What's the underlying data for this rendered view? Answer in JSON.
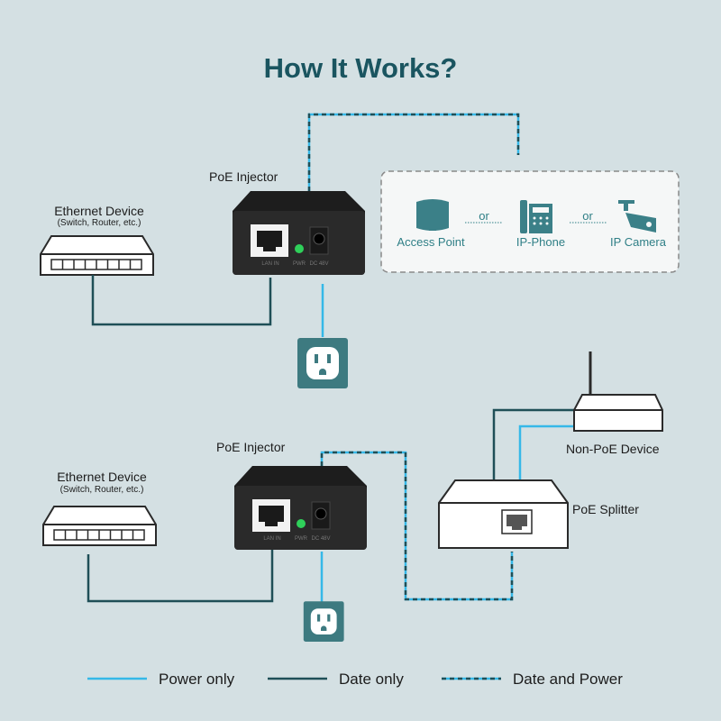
{
  "title": "How It Works?",
  "colors": {
    "background": "#d4e0e3",
    "title": "#1a5560",
    "power_line": "#35b8e8",
    "data_line": "#1f4f57",
    "icon_teal": "#3b8088"
  },
  "top": {
    "injector_label": "PoE Injector",
    "ethernet_device": {
      "label": "Ethernet Device",
      "sublabel": "(Switch, Router, etc.)"
    },
    "injector_ports": {
      "lan": "LAN IN",
      "pwr": "PWR",
      "dc": "DC 48V"
    },
    "devices": [
      {
        "label": "Access Point",
        "icon": "access-point-icon"
      },
      {
        "label": "IP-Phone",
        "icon": "ip-phone-icon"
      },
      {
        "label": "IP Camera",
        "icon": "ip-camera-icon"
      }
    ],
    "separator": "or"
  },
  "bottom": {
    "injector_label": "PoE Injector",
    "ethernet_device": {
      "label": "Ethernet Device",
      "sublabel": "(Switch, Router, etc.)"
    },
    "injector_ports": {
      "lan": "LAN IN",
      "pwr": "PWR",
      "dc": "DC 48V"
    },
    "splitter_label": "PoE Splitter",
    "non_poe_label": "Non-PoE Device"
  },
  "legend": [
    {
      "label": "Power only",
      "style": "light-solid"
    },
    {
      "label": "Date only",
      "style": "dark-solid"
    },
    {
      "label": "Date and Power",
      "style": "dashed"
    }
  ]
}
